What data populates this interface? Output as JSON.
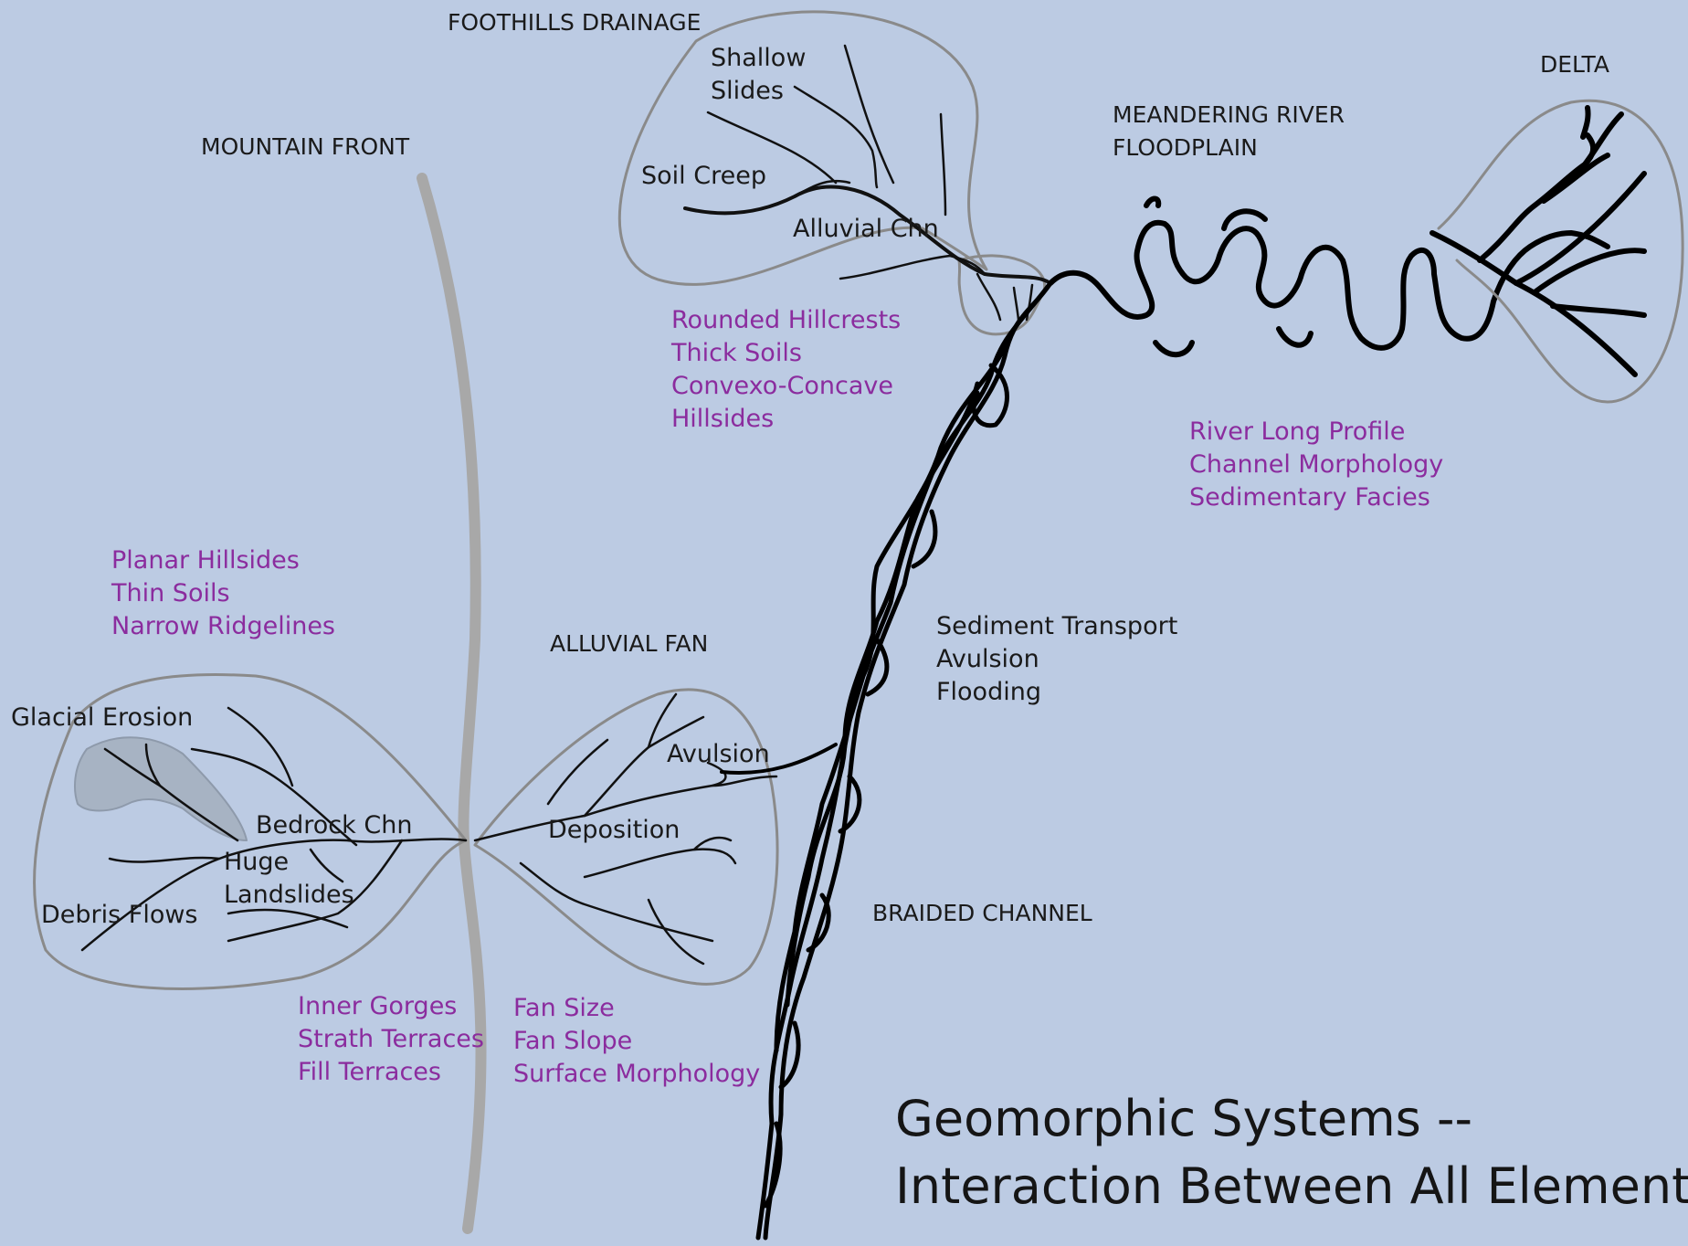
{
  "title": [
    "Geomorphic Systems --",
    "Interaction Between All Elements"
  ],
  "regions": {
    "foothills": "FOOTHILLS DRAINAGE",
    "mountain_front": "MOUNTAIN FRONT",
    "meandering": [
      "MEANDERING RIVER",
      "FLOODPLAIN"
    ],
    "delta": "DELTA",
    "alluvial_fan": "ALLUVIAL FAN",
    "braided": "BRAIDED CHANNEL"
  },
  "processes": {
    "shallow_slides": [
      "Shallow",
      "Slides"
    ],
    "soil_creep": "Soil Creep",
    "alluvial_chn": "Alluvial Chn",
    "glacial_erosion": "Glacial Erosion",
    "bedrock_chn": "Bedrock Chn",
    "huge_landslides": [
      "Huge",
      "Landslides"
    ],
    "debris_flows": "Debris Flows",
    "avulsion": "Avulsion",
    "deposition": "Deposition",
    "braided_processes": [
      "Sediment Transport",
      "Avulsion",
      "Flooding"
    ]
  },
  "attributes": {
    "foothills": [
      "Rounded Hillcrests",
      "Thick Soils",
      "Convexo-Concave",
      "Hillsides"
    ],
    "river": [
      "River Long Profile",
      "Channel Morphology",
      "Sedimentary Facies"
    ],
    "mountain_hillsides": [
      "Planar Hillsides",
      "Thin Soils",
      "Narrow Ridgelines"
    ],
    "mountain_channels": [
      "Inner Gorges",
      "Strath Terraces",
      "Fill Terraces"
    ],
    "fan": [
      "Fan Size",
      "Fan Slope",
      "Surface Morphology"
    ]
  },
  "colors": {
    "background": "#bccbe3",
    "attribute_text": "#8b2c9e",
    "outline": "#8a8a8a",
    "mountain_front": "#a8a8a8",
    "channel": "#000000"
  }
}
